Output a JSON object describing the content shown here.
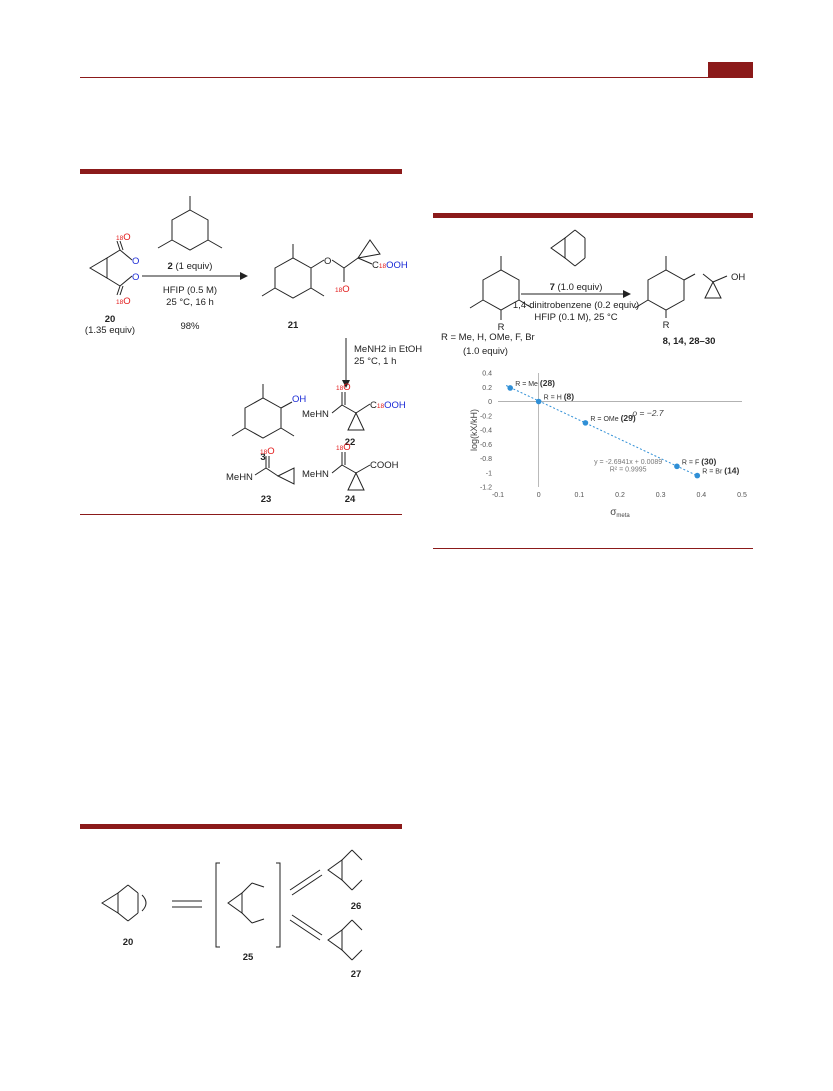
{
  "scheme_top_left": {
    "reagent_line1": "2 (1 equiv)",
    "reagent_line1_bold": "2",
    "reagent_line1_rest": " (1 equiv)",
    "reagent_line2": "HFIP (0.5 M)",
    "reagent_line3": "25 °C, 16 h",
    "yield": "98%",
    "compound_20": "20",
    "compound_20_equiv": "(1.35 equiv)",
    "compound_21": "21",
    "step2_line1": "MeNH2 in EtOH",
    "step2_line2": "25 °C, 1 h",
    "compound_3": "3",
    "compound_22": "22",
    "compound_23": "23",
    "compound_24": "24",
    "oh": "OH",
    "ooh": "OOH",
    "cooh": "COOH",
    "meHN": "MeHN",
    "isotope": "18",
    "o": "O",
    "c": "C"
  },
  "scheme_bottom_left": {
    "compound_20": "20",
    "compound_25": "25",
    "compound_26": "26",
    "compound_27": "27"
  },
  "scheme_right": {
    "reagent_top": "7 (1.0 equiv)",
    "reagent_top_bold": "7",
    "reagent_top_rest": " (1.0 equiv)",
    "reagent_line2": "1,4-dinitrobenzene (0.2 equiv)",
    "reagent_line3": "HFIP (0.1 M), 25 °C",
    "r_list": "R = Me, H, OMe, F, Br",
    "sub_equiv": "(1.0 equiv)",
    "products": "8, 14, 28–30",
    "r": "R",
    "oh": "OH"
  },
  "chart_data": {
    "type": "scatter",
    "xlabel": "σmeta",
    "xlabel_main": "σ",
    "xlabel_sub": "meta",
    "ylabel": "log(kX/kH)",
    "xlim": [
      -0.1,
      0.5
    ],
    "ylim": [
      -1.2,
      0.4
    ],
    "xticks": [
      "-0.1",
      "0",
      "0.1",
      "0.2",
      "0.3",
      "0.4",
      "0.5"
    ],
    "yticks": [
      "0.4",
      "0.2",
      "0",
      "-0.2",
      "-0.4",
      "-0.6",
      "-0.8",
      "-1",
      "-1.2"
    ],
    "points": [
      {
        "x": -0.07,
        "y": 0.19,
        "label_prefix": "R = Me ",
        "label_id": "(28)"
      },
      {
        "x": 0.0,
        "y": 0.0,
        "label_prefix": "R = H ",
        "label_id": "(8)"
      },
      {
        "x": 0.115,
        "y": -0.3,
        "label_prefix": "R = OMe ",
        "label_id": "(29)"
      },
      {
        "x": 0.34,
        "y": -0.91,
        "label_prefix": "R = F ",
        "label_id": "(30)"
      },
      {
        "x": 0.39,
        "y": -1.04,
        "label_prefix": "R = Br ",
        "label_id": "(14)"
      }
    ],
    "fit": {
      "slope": -2.6941,
      "intercept": 0.0089
    },
    "equation": "y = -2.6941x + 0.0089",
    "r2": "R² = 0.9995",
    "rho": "ρ = −2.7",
    "point_color": "#2f8fd6",
    "line_color": "#2f8fd6"
  }
}
